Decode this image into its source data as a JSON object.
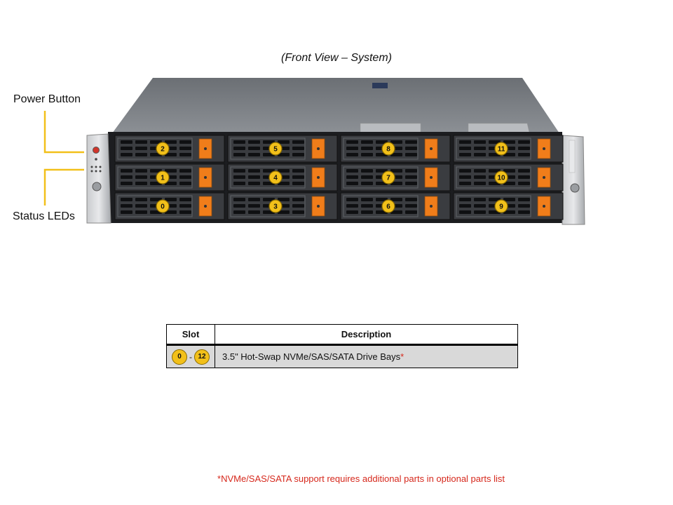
{
  "caption": "(Front View – System)",
  "callouts": {
    "power_button": "Power Button",
    "status_leds": "Status LEDs"
  },
  "drive_bays": [
    {
      "label": "2",
      "row": 0,
      "col": 0
    },
    {
      "label": "5",
      "row": 0,
      "col": 1
    },
    {
      "label": "8",
      "row": 0,
      "col": 2
    },
    {
      "label": "11",
      "row": 0,
      "col": 3
    },
    {
      "label": "1",
      "row": 1,
      "col": 0
    },
    {
      "label": "4",
      "row": 1,
      "col": 1
    },
    {
      "label": "7",
      "row": 1,
      "col": 2
    },
    {
      "label": "10",
      "row": 1,
      "col": 3
    },
    {
      "label": "0",
      "row": 2,
      "col": 0
    },
    {
      "label": "3",
      "row": 2,
      "col": 1
    },
    {
      "label": "6",
      "row": 2,
      "col": 2
    },
    {
      "label": "9",
      "row": 2,
      "col": 3
    }
  ],
  "table": {
    "headers": {
      "slot": "Slot",
      "description": "Description"
    },
    "rows": [
      {
        "slot_from": "0",
        "separator": "-",
        "slot_to": "12",
        "description": "3.5\" Hot-Swap NVMe/SAS/SATA Drive Bays",
        "marker": "*"
      }
    ]
  },
  "footnote": "*NVMe/SAS/SATA support requires additional parts in optional parts list",
  "colors": {
    "callout_line": "#f2c01a",
    "badge": "#f2c01a",
    "tab": "#f07d1a",
    "footnote": "#d6281c"
  }
}
